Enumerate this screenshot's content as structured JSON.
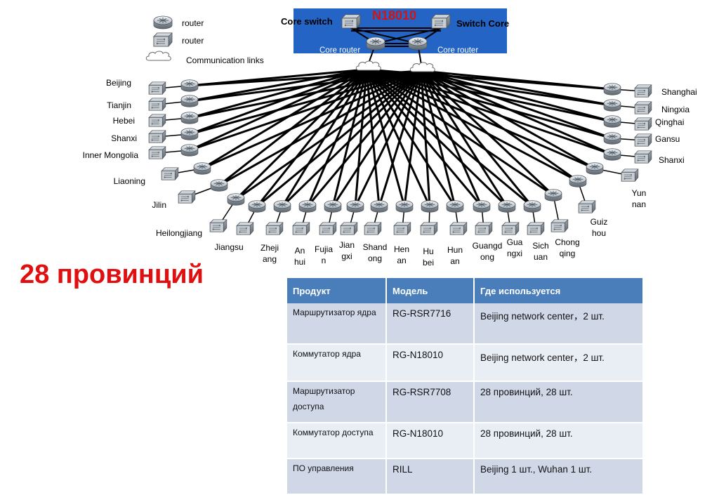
{
  "legend": {
    "router1": "router",
    "router2": "router",
    "links": "Communication links"
  },
  "core": {
    "left_switch": "Core switch",
    "title": "N18010",
    "right_switch": "Switch Core",
    "left_router": "Core router",
    "right_router": "Core router",
    "panel_color": "#2364c4"
  },
  "provinces": {
    "beijing": "Beijing",
    "tianjin": "Tianjin",
    "hebei": "Hebei",
    "shanxi_left": "Shanxi",
    "inner_mongolia": "Inner Mongolia",
    "liaoning": "Liaoning",
    "jilin": "Jilin",
    "heilongjiang": "Heilongjiang",
    "jiangsu": "Jiangsu",
    "zhejiang": "Zheji\nang",
    "anhui": "An\nhui",
    "fujian": "Fujia\nn",
    "jiangxi": "Jian\ngxi",
    "shandong": "Shand\nong",
    "henan": "Hen\nan",
    "hubei": "Hu\nbei",
    "hunan": "Hun\nan",
    "guangdong": "Guangd\nong",
    "guangxi": "Gua\nngxi",
    "sichuan": "Sich\nuan",
    "chongqing": "Chong\nqing",
    "guizhou": "Guiz\nhou",
    "yunnan": "Yun\nnan",
    "shanghai": "Shanghai",
    "ningxia": "Ningxia",
    "qinghai": "Qinghai",
    "gansu": "Gansu",
    "shanxi_right": "Shanxi"
  },
  "headline": "28 провинций",
  "headline_color": "#e01010",
  "table": {
    "headers": [
      "Продукт",
      "Модель",
      "Где используется"
    ],
    "rows": [
      [
        "Маршрутизатор ядра",
        "RG-RSR7716",
        "Beijing network center，2 шт."
      ],
      [
        "Коммутатор ядра",
        "RG-N18010",
        "Beijing network center，2 шт."
      ],
      [
        "Маршрутизатор доступа",
        "RG-RSR7708",
        "28 провинций, 28 шт."
      ],
      [
        "Коммутатор доступа",
        "RG-N18010",
        "28 провинций,  28 шт."
      ],
      [
        "ПО управления",
        "RILL",
        "Beijing 1 шт., Wuhan 1 шт."
      ]
    ],
    "header_color": "#4a7ebb"
  }
}
